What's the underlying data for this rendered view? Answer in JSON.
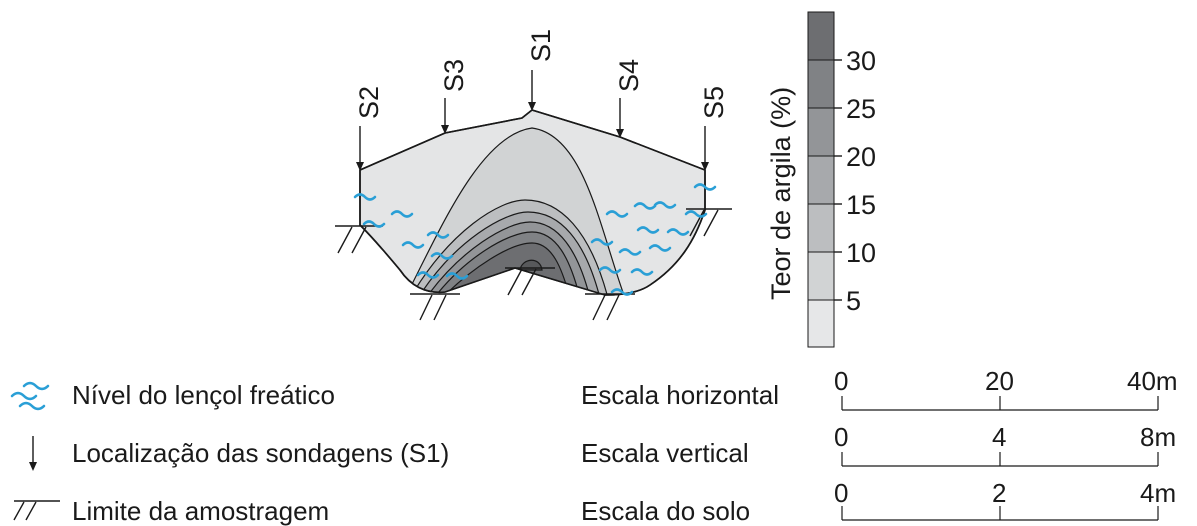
{
  "colors": {
    "water": "#2a9fd6",
    "soil_light": "#e4e5e6",
    "outline": "#1a1a1a"
  },
  "soundings": [
    {
      "label": "S2"
    },
    {
      "label": "S3"
    },
    {
      "label": "S1"
    },
    {
      "label": "S4"
    },
    {
      "label": "S5"
    }
  ],
  "clay_scale": {
    "title": "Teor de argila (%)",
    "ticks": [
      "30",
      "25",
      "20",
      "15",
      "10",
      "5"
    ],
    "bands": [
      "#6d6e71",
      "#808285",
      "#939598",
      "#a7a9ac",
      "#bcbec0",
      "#d1d3d4",
      "#e6e7e8"
    ]
  },
  "legend": [
    {
      "icon": "water-table-icon",
      "text": "Nível do lençol freático"
    },
    {
      "icon": "sounding-arrow-icon",
      "text": "Localização das sondagens (S1)"
    },
    {
      "icon": "sampling-limit-icon",
      "text": "Limite da amostragem"
    }
  ],
  "scales": [
    {
      "label": "Escala horizontal",
      "ticks": [
        "0",
        "20",
        "40m"
      ]
    },
    {
      "label": "Escala vertical",
      "ticks": [
        "0",
        "4",
        "8m"
      ]
    },
    {
      "label": "Escala do solo",
      "ticks": [
        "0",
        "2",
        "4m"
      ]
    }
  ]
}
